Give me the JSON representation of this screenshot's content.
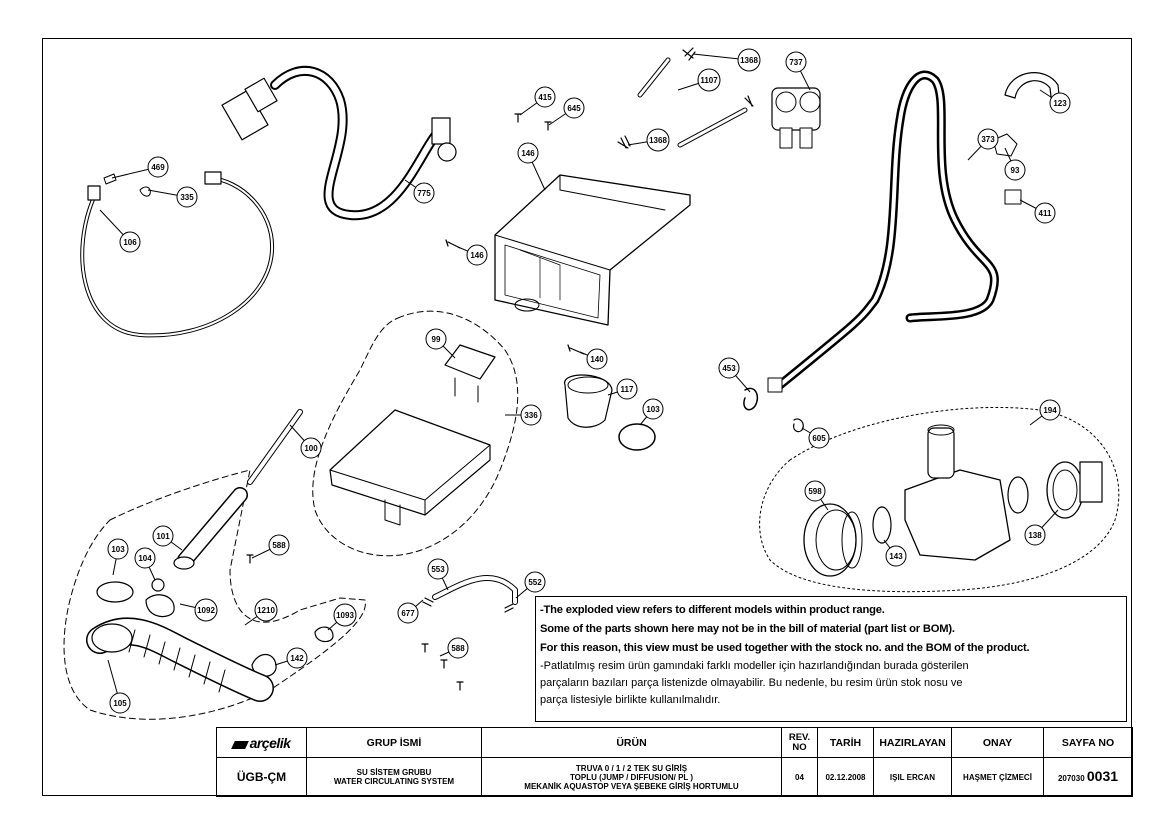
{
  "callouts": [
    "106",
    "469",
    "335",
    "775",
    "415",
    "645",
    "146",
    "1368",
    "1107",
    "1368",
    "737",
    "373",
    "123",
    "93",
    "411",
    "146",
    "99",
    "140",
    "117",
    "103",
    "336",
    "100",
    "453",
    "605",
    "194",
    "598",
    "143",
    "138",
    "101",
    "103",
    "104",
    "588",
    "1092",
    "1210",
    "1093",
    "142",
    "105",
    "553",
    "552",
    "677",
    "588"
  ],
  "notice": {
    "en_line1": "-The exploded view refers to different models within product range.",
    "en_line2": "Some of the parts shown here may not be in the bill of material (part list or BOM).",
    "en_line3": "For this reason, this view must be used together with the stock no. and the BOM of the product.",
    "tr_line1": "-Patlatılmış resim ürün gamındaki farklı modeller için hazırlandığından burada gösterilen",
    "tr_line2": "parçaların bazıları parça listenizde olmayabilir. Bu nedenle, bu resim ürün stok nosu ve",
    "tr_line3": "parça listesiyle birlikte kullanılmalıdır."
  },
  "titleblock": {
    "logo": "arçelik",
    "headers": {
      "group": "GRUP İSMİ",
      "product": "ÜRÜN",
      "rev": "REV. NO",
      "date": "TARİH",
      "prepared": "HAZIRLAYAN",
      "approval": "ONAY",
      "page": "SAYFA NO"
    },
    "values": {
      "code": "ÜGB-ÇM",
      "group_line1": "SU SİSTEM GRUBU",
      "group_line2": "WATER CIRCULATING SYSTEM",
      "product_line1": "TRUVA 0 / 1 / 2 TEK SU GİRİŞ",
      "product_line2": "TOPLU (JUMP / DIFFUSION/ PL )",
      "product_line3": "MEKANİK AQUASTOP VEYA ŞEBEKE GİRİŞ HORTUMLU",
      "rev": "04",
      "date": "02.12.2008",
      "prepared": "IŞIL ERCAN",
      "approval": "HAŞMET ÇİZMECİ",
      "page_prefix": "207030",
      "page_number": "0031"
    }
  }
}
